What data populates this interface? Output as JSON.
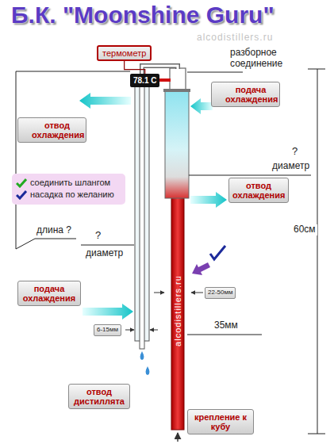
{
  "diagram": {
    "title": "Б.К. \"Moonshine Guru\"",
    "nodes": [
      {
        "text": [
          "термометр"
        ]
      },
      {
        "text": [
          "78.1 C"
        ]
      },
      {
        "text": [
          "подача охлаждения"
        ]
      },
      {
        "text": [
          "отвод охлаждения"
        ]
      },
      {
        "text": [
          "отвод охлаждения"
        ]
      },
      {
        "text": [
          "подача охлаждения"
        ]
      },
      {
        "text": [
          "22-50мм"
        ]
      },
      {
        "text": [
          "6-15мм"
        ]
      },
      {
        "text": [
          "отвод дистиллята"
        ]
      },
      {
        "text": [
          "крепление к кубу"
        ]
      }
    ],
    "edges": [
      {
        "from": 0,
        "to": 1,
        "arrow": "none"
      }
    ],
    "labels": [
      "alcodistillers.ru",
      "разборное соединение",
      "?",
      "диаметр",
      "60см",
      "длина ?",
      "?",
      "диаметр",
      "35мм",
      "alcodistillers.ru"
    ],
    "legend": [
      {
        "text": "соединить шлангом"
      },
      {
        "text": "насадка по желанию"
      }
    ]
  }
}
